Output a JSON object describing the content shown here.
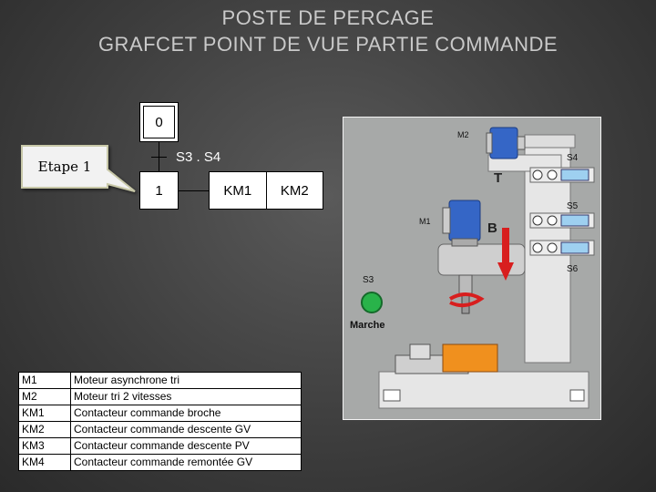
{
  "title": {
    "line1": "POSTE DE PERCAGE",
    "line2": "GRAFCET POINT DE VUE PARTIE COMMANDE"
  },
  "grafcet": {
    "initial_step": "0",
    "step1": "1",
    "transition": "S3 . S4",
    "actions": [
      "KM1",
      "KM2"
    ]
  },
  "callout": {
    "label": "Etape 1"
  },
  "machine": {
    "labels": {
      "m2": "M2",
      "m1": "M1",
      "s4": "S4",
      "s5": "S5",
      "s6": "S6",
      "s3": "S3",
      "t": "T",
      "b": "B",
      "marche": "Marche"
    },
    "colors": {
      "background": "#a7a9a8",
      "body": "#e6e6e6",
      "motor_blue": "#3566c6",
      "arrow_red": "#d81e1e",
      "button_green": "#29b34a",
      "vise_orange": "#f0901e"
    }
  },
  "legend": {
    "rows": [
      {
        "code": "M1",
        "desc": "Moteur asynchrone tri"
      },
      {
        "code": "M2",
        "desc": "Moteur tri 2 vitesses"
      },
      {
        "code": "KM1",
        "desc": "Contacteur commande broche"
      },
      {
        "code": "KM2",
        "desc": "Contacteur commande descente GV"
      },
      {
        "code": "KM3",
        "desc": "Contacteur commande descente PV"
      },
      {
        "code": "KM4",
        "desc": "Contacteur commande remontée GV"
      }
    ]
  }
}
